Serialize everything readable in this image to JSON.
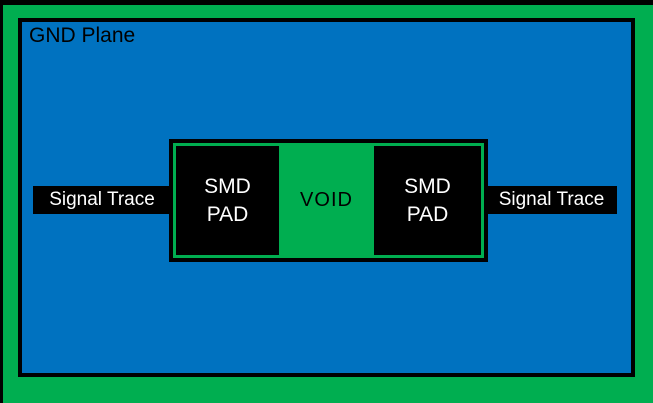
{
  "diagram": {
    "gnd_plane_label": "GND Plane",
    "void_label": "VOID",
    "pad_line1": "SMD",
    "pad_line2": "PAD",
    "left_trace_label": "Signal Trace",
    "right_trace_label": "Signal Trace"
  },
  "colors": {
    "plane_blue": "#0072C0",
    "copper_green": "#00AE50",
    "void_green": "#00AE50",
    "pad_black": "#000000",
    "outline_black": "#000000",
    "text_white": "#FFFFFF",
    "text_black": "#000000"
  }
}
